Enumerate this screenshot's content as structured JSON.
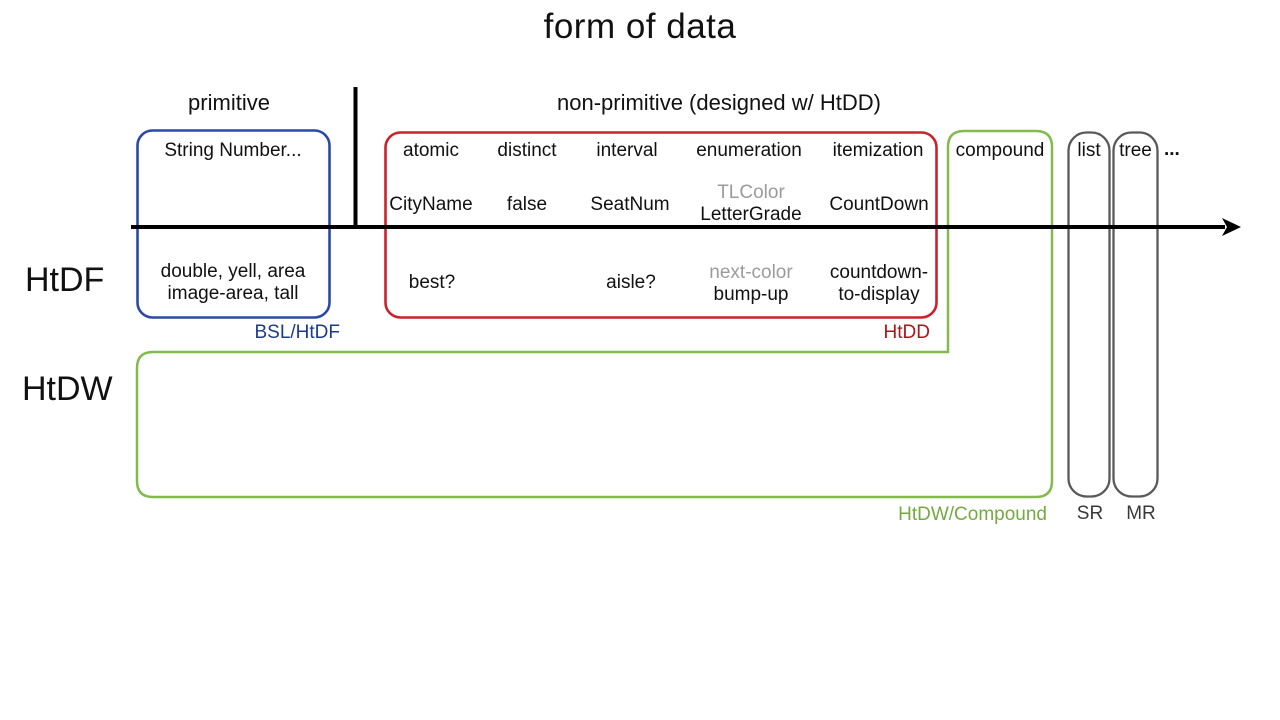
{
  "title": "form of data",
  "colors": {
    "blue": "#2b4aa8",
    "blue_text": "#1c3a8f",
    "red": "#c8232b",
    "red_text": "#b0121b",
    "green": "#83ba4e",
    "green_text": "#74aa40",
    "gray_box": "#59595b",
    "gray_text": "#9b9b9b",
    "black": "#000000"
  },
  "header": {
    "primitive": "primitive",
    "non_primitive": "non-primitive (designed w/ HtDD)"
  },
  "rows": {
    "htdf": "HtDF",
    "htdw": "HtDW"
  },
  "primitive_box": {
    "top": "String Number...",
    "bottom1": "double, yell, area",
    "bottom2": "image-area, tall",
    "label": "BSL/HtDF"
  },
  "htdd": {
    "label": "HtDD",
    "headers": [
      "atomic",
      "distinct",
      "interval",
      "enumeration",
      "itemization"
    ],
    "row2": {
      "atomic": "CityName",
      "distinct": "false",
      "interval": "SeatNum",
      "enumeration_gray": "TLColor",
      "enumeration": "LetterGrade",
      "itemization": "CountDown"
    },
    "row3": {
      "atomic": "best?",
      "interval": "aisle?",
      "enumeration_gray": "next-color",
      "enumeration": "bump-up",
      "itemization1": "countdown-",
      "itemization2": "to-display"
    }
  },
  "compound": {
    "header": "compound",
    "label": "HtDW/Compound"
  },
  "reference": {
    "list": "list",
    "tree": "tree",
    "more": "...",
    "list_footer": "SR",
    "tree_footer": "MR"
  }
}
